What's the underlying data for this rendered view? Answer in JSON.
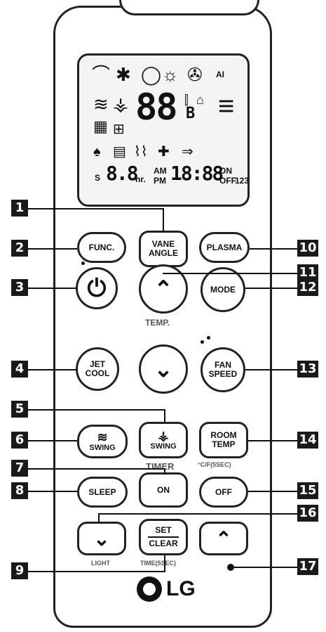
{
  "lcd": {
    "big_digits": "88",
    "small_digits_left": "8.8",
    "hr": "hr.",
    "am": "AM",
    "pm": "PM",
    "time_digits": "18:88",
    "on": "ON",
    "off": "OFF",
    "num123": "123",
    "s": "S",
    "ai": "AI",
    "b": "B"
  },
  "buttons": {
    "func": "FUNC.",
    "vane_angle_line1": "VANE",
    "vane_angle_line2": "ANGLE",
    "plasma": "PLASMA",
    "temp_up": "⌃",
    "mode": "MODE",
    "jet_cool_line1": "JET",
    "jet_cool_line2": "COOL",
    "temp_down": "⌄",
    "fan_speed_line1": "FAN",
    "fan_speed_line2": "SPEED",
    "swing_left": "SWING",
    "swing_center": "SWING",
    "room_temp_line1": "ROOM",
    "room_temp_line2": "TEMP",
    "sleep": "SLEEP",
    "on": "ON",
    "off": "OFF",
    "set": "SET",
    "clear": "CLEAR"
  },
  "labels": {
    "temp": "TEMP.",
    "timer": "TIMER",
    "cf_sec": "°C/F(5SEC)",
    "light": "LIGHT",
    "time_sec": "TIME(5SEC)",
    "logo": "LG"
  },
  "callouts": [
    "1",
    "2",
    "3",
    "4",
    "5",
    "6",
    "7",
    "8",
    "9",
    "10",
    "11",
    "12",
    "13",
    "14",
    "15",
    "16",
    "17"
  ],
  "icons": [
    "wifi-icon",
    "snowflake-icon",
    "drop-icon",
    "sun-icon",
    "fan-icon",
    "ai-icon",
    "swing-icon",
    "plasma-icon",
    "thermometer-icon",
    "house-icon",
    "bars-icon",
    "filter-icon",
    "plug-icon"
  ]
}
